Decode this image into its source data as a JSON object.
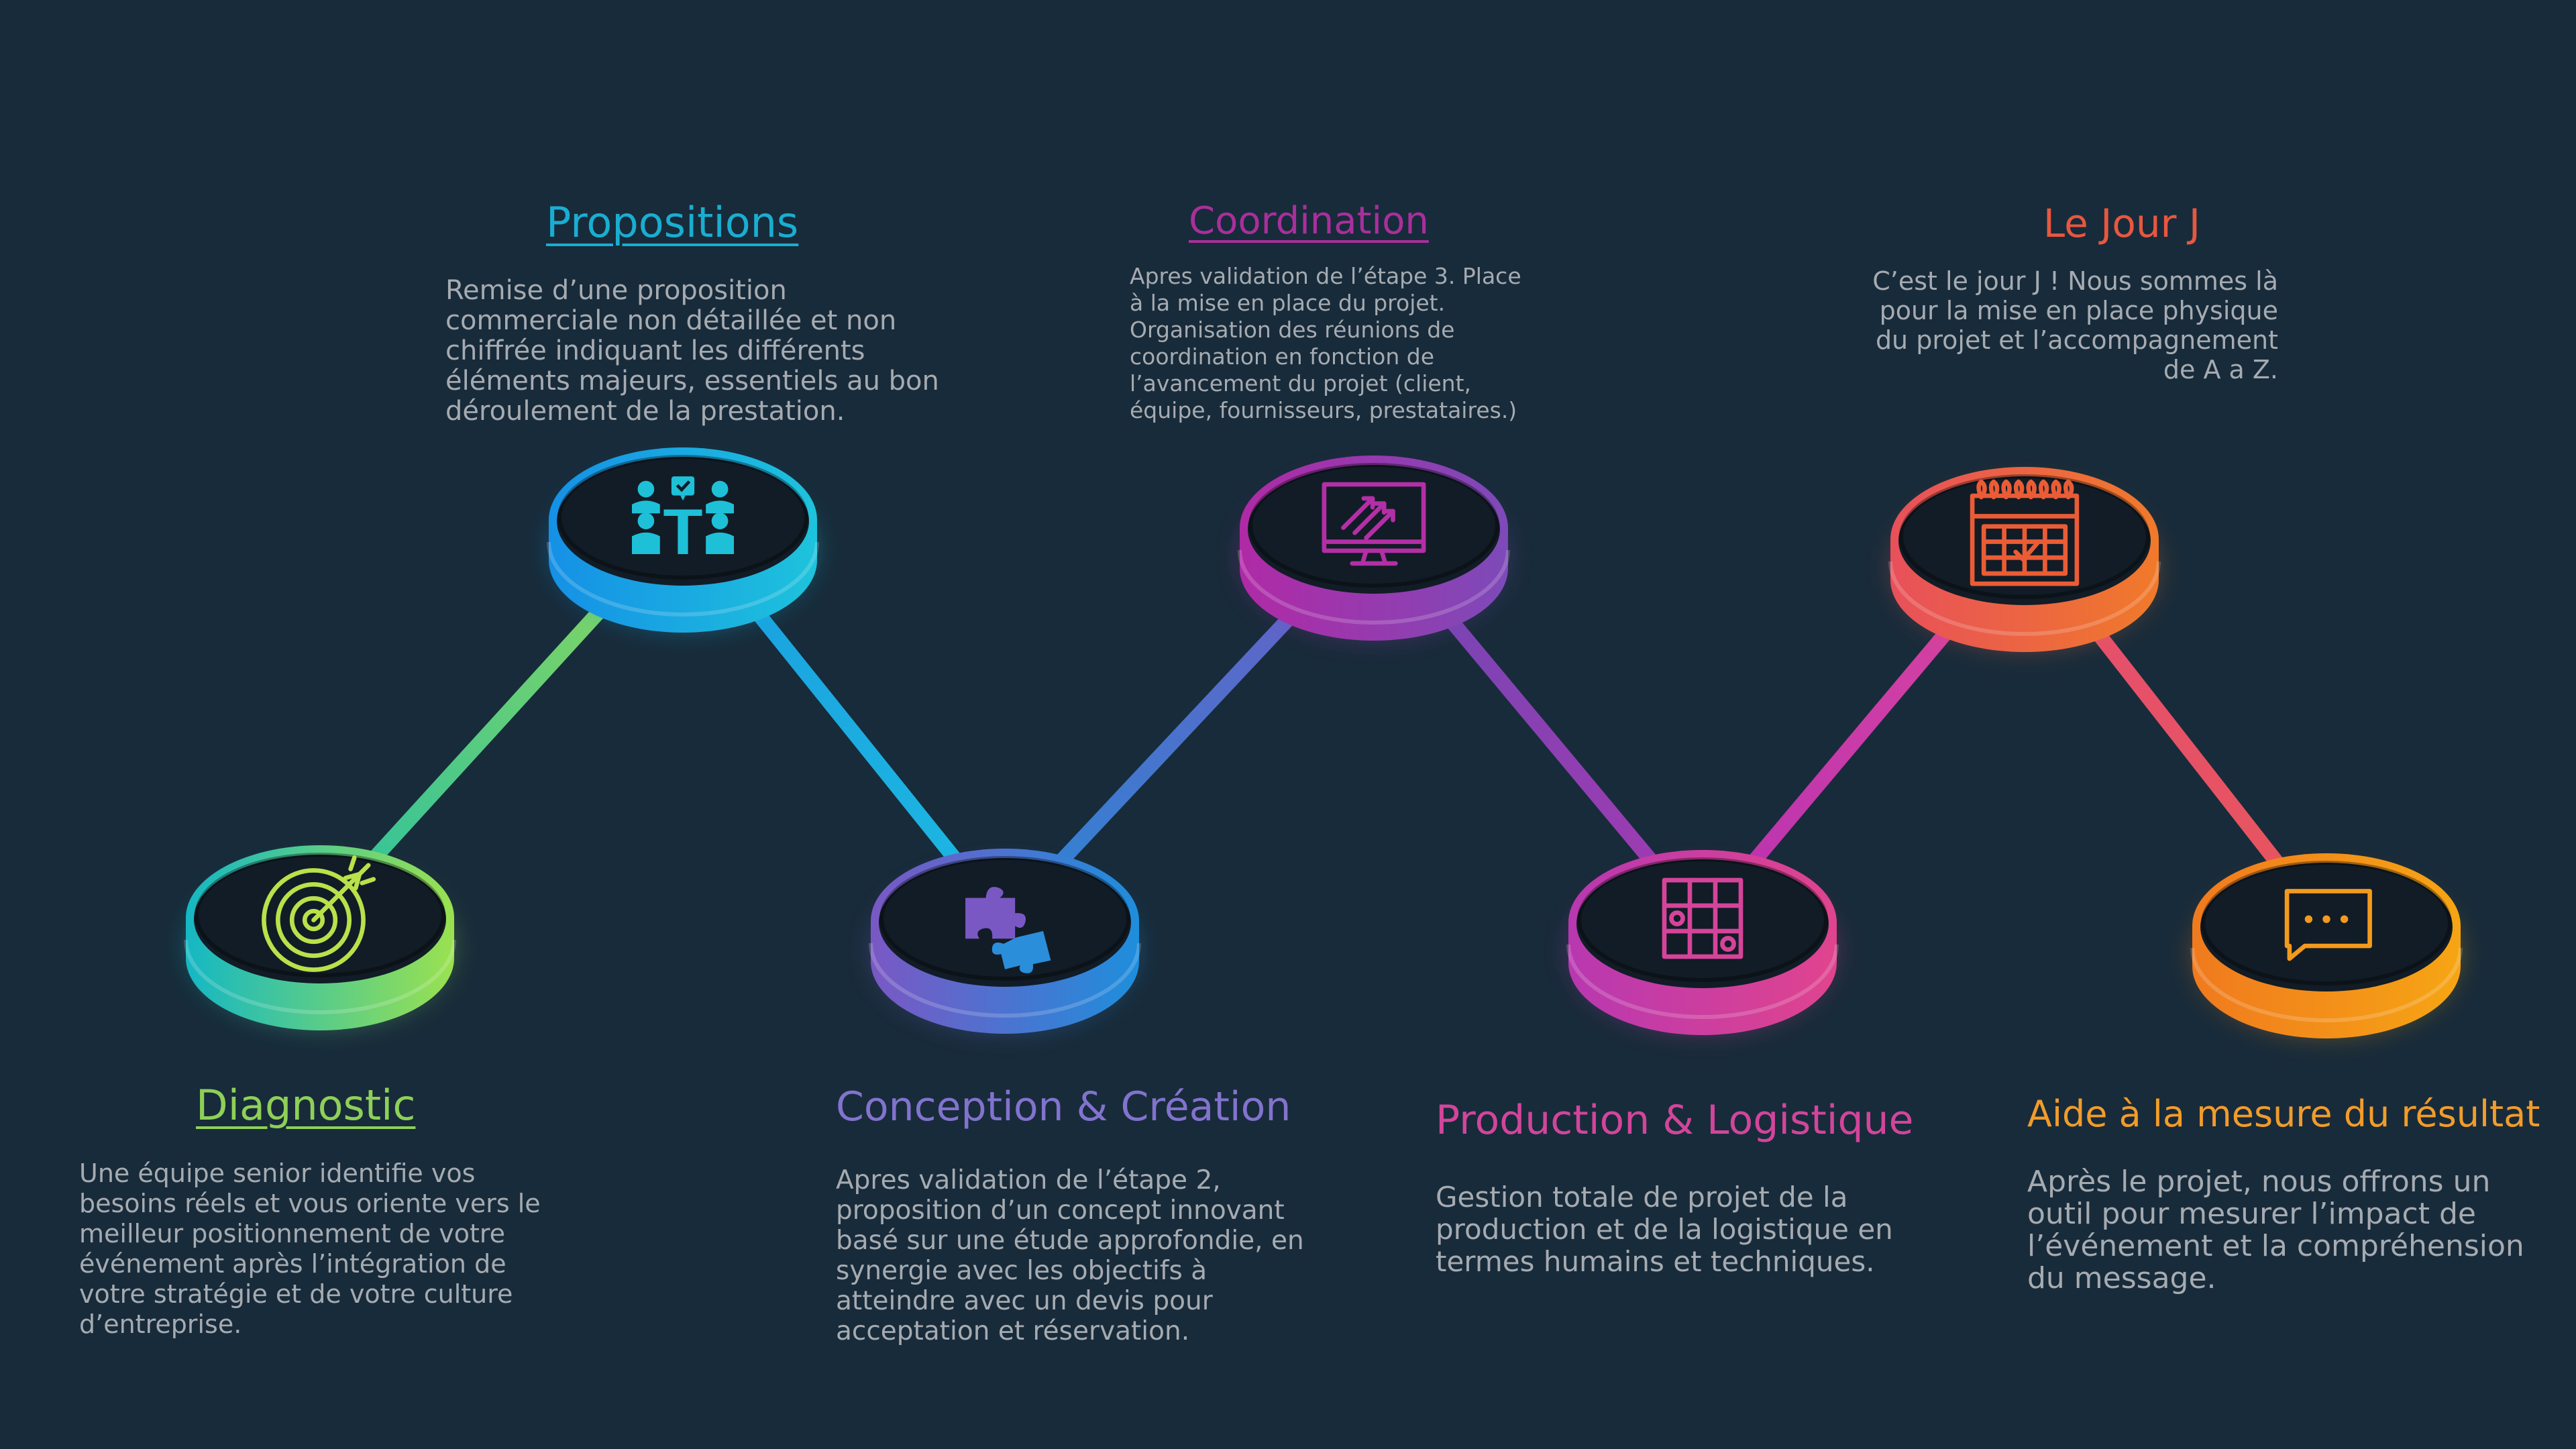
{
  "steps": [
    {
      "id": "diagnostic",
      "title": "Diagnostic",
      "description": "Une équipe senior identifie vos\nbesoins réels et vous oriente vers le\nmeilleur positionnement de votre\névénement après l’intégration de\nvotre stratégie et de votre culture\nd’entreprise.",
      "icon": "target-icon",
      "colors": [
        "#15b7c4",
        "#9be14f"
      ]
    },
    {
      "id": "propositions",
      "title": "Propositions",
      "description": "Remise d’une proposition\ncommerciale non détaillée et non\nchiffrée indiquant les différents\néléments majeurs, essentiels au bon\ndéroulement de la prestation.",
      "icon": "team-meeting-icon",
      "colors": [
        "#1590e6",
        "#1ec3dc"
      ]
    },
    {
      "id": "conception",
      "title": "Conception & Création",
      "description": "Apres validation de l’étape 2,\nproposition d’un concept innovant\nbasé sur une étude approfondie, en\nsynergie avec les objectifs à\natteindre avec un devis pour\nacceptation et réservation.",
      "icon": "puzzle-icon",
      "colors": [
        "#7a58c4",
        "#1e8edc"
      ]
    },
    {
      "id": "coordination",
      "title": "Coordination",
      "description": "Apres validation de l’étape 3. Place\nà la mise en place du projet.\nOrganisation des réunions de\ncoordination en fonction de\nl’avancement du projet (client,\néquipe, fournisseurs, prestataires.)",
      "icon": "monitor-chart-icon",
      "colors": [
        "#b02aa6",
        "#7d4ab8"
      ]
    },
    {
      "id": "production",
      "title": "Production & Logistique",
      "description": "Gestion totale de projet de la\nproduction et de la logistique en\ntermes humains et techniques.",
      "icon": "grid-plan-icon",
      "colors": [
        "#b838b0",
        "#e0448e"
      ]
    },
    {
      "id": "jour-j",
      "title": "Le Jour J",
      "description": "C’est le jour J ! Nous sommes là\npour la mise en place physique\ndu projet et l’accompagnement\nde A a Z.",
      "icon": "calendar-icon",
      "colors": [
        "#e8505a",
        "#f07a2a"
      ]
    },
    {
      "id": "mesure",
      "title": "Aide à la mesure du résultat",
      "description": "Après le projet, nous offrons un\noutil pour mesurer l’impact de\nl’événement et la compréhension\ndu message.",
      "icon": "chat-bubble-icon",
      "colors": [
        "#f07a1e",
        "#f6a514"
      ]
    }
  ],
  "connector_colors": [
    [
      "#29c0a2",
      "#92d957"
    ],
    [
      "#1b9ddf",
      "#1cb9e2"
    ],
    [
      "#2b86d4",
      "#6e5cc4"
    ],
    [
      "#6e47b5",
      "#a53ab0"
    ],
    [
      "#b732b3",
      "#dc459b"
    ],
    [
      "#e44d71",
      "#e8565c"
    ]
  ],
  "colors": {
    "background": "#182b3a",
    "disc_inner": "#121c26",
    "body_text": "#a6abb1"
  }
}
